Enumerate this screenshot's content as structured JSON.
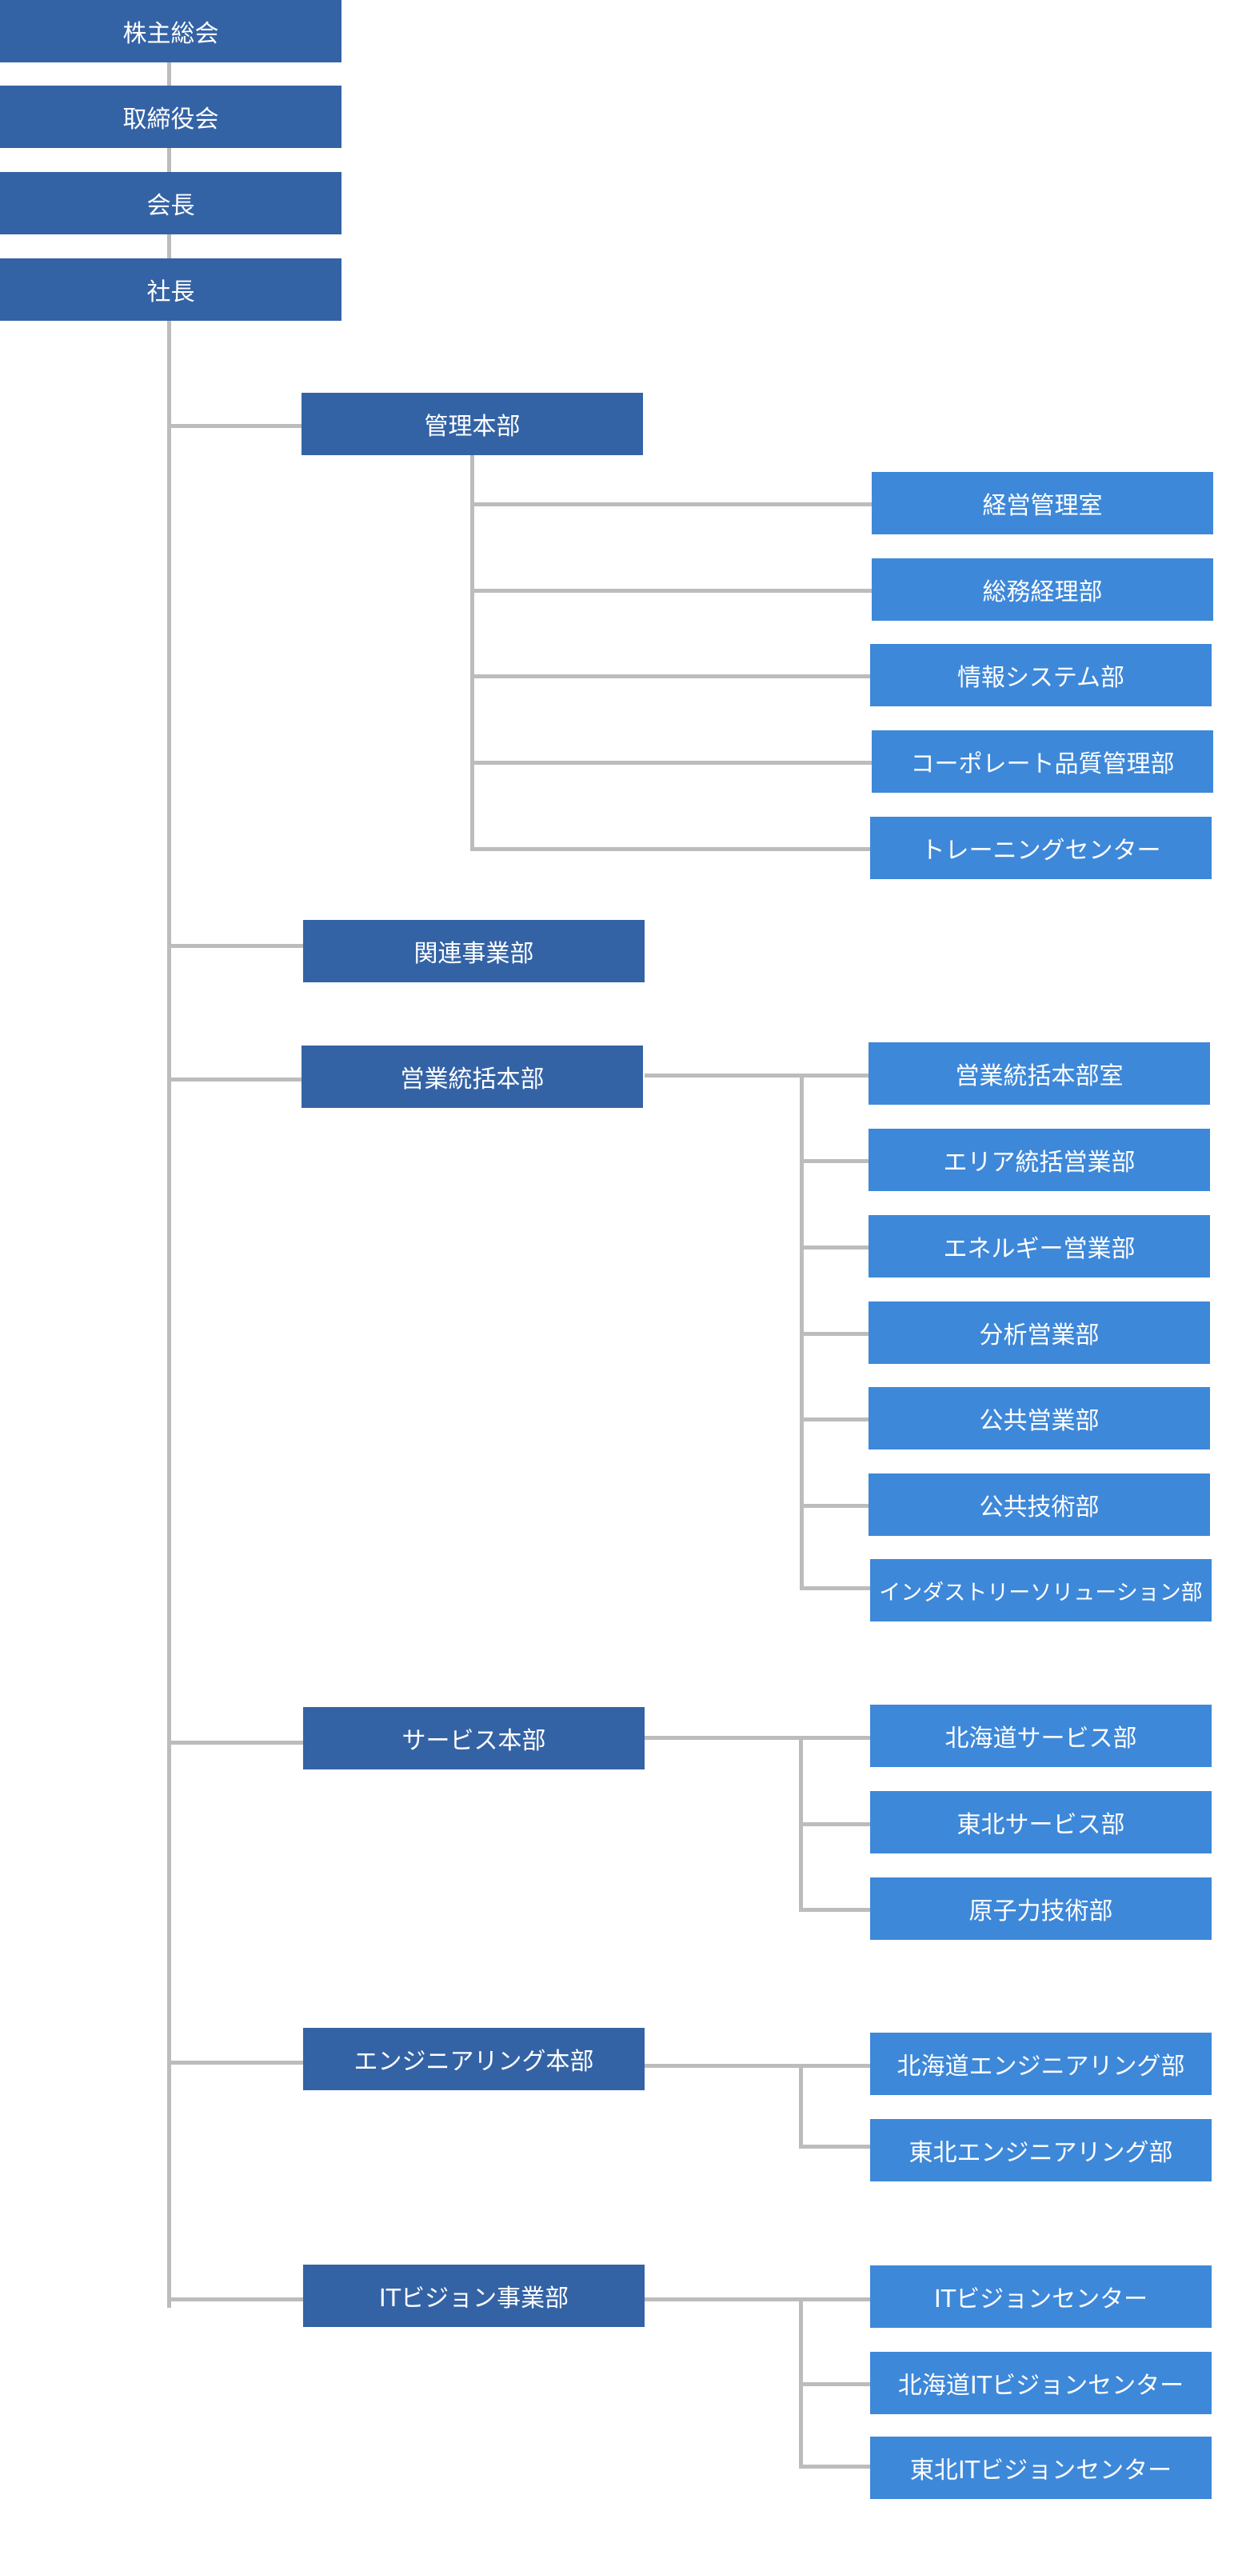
{
  "colors": {
    "executive_box": "#3463a5",
    "division_box": "#3463a5",
    "department_box": "#3e88d9",
    "connector": "#bcbcbc",
    "text": "#ffffff"
  },
  "executives": [
    "株主総会",
    "取締役会",
    "会長",
    "社長"
  ],
  "divisions": [
    {
      "name": "管理本部",
      "departments": [
        "経営管理室",
        "総務経理部",
        "情報システム部",
        "コーポレート品質管理部",
        "トレーニングセンター"
      ]
    },
    {
      "name": "関連事業部",
      "departments": []
    },
    {
      "name": "営業統括本部",
      "departments": [
        "営業統括本部室",
        "エリア統括営業部",
        "エネルギー営業部",
        "分析営業部",
        "公共営業部",
        "公共技術部",
        "インダストリーソリューション部"
      ]
    },
    {
      "name": "サービス本部",
      "departments": [
        "北海道サービス部",
        "東北サービス部",
        "原子力技術部"
      ]
    },
    {
      "name": "エンジニアリング本部",
      "departments": [
        "北海道エンジニアリング部",
        "東北エンジニアリング部"
      ]
    },
    {
      "name": "ITビジョン事業部",
      "departments": [
        "ITビジョンセンター",
        "北海道ITビジョンセンター",
        "東北ITビジョンセンター"
      ]
    }
  ]
}
